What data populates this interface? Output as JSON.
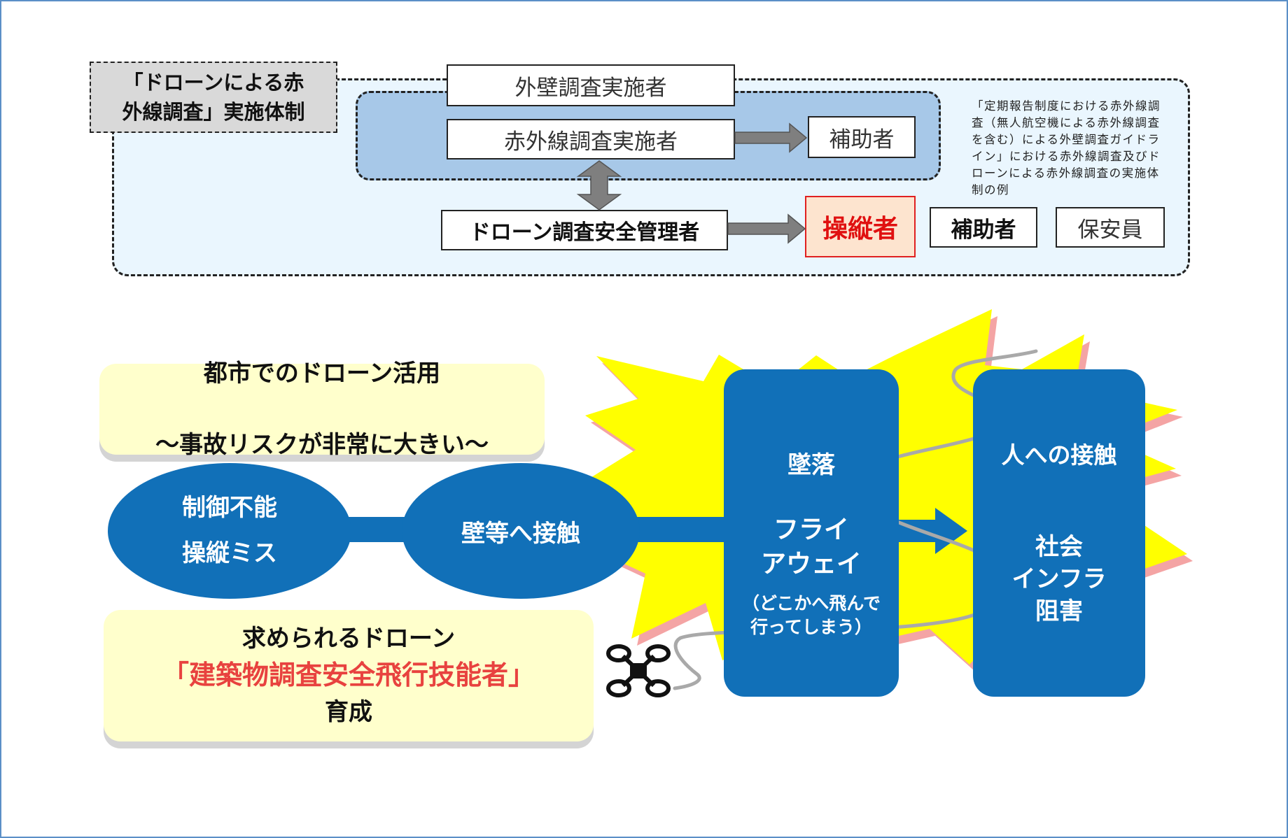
{
  "org": {
    "title": "「ドローンによる赤\n外線調査」実施体制",
    "note": "「定期報告制度における赤外線調査（無人航空機による赤外線調査を含む）による外壁調査ガイドライン」における赤外線調査及びドローンによる赤外線調査の実施体制の例",
    "wall_surveyor": "外壁調査実施者",
    "ir_surveyor": "赤外線調査実施者",
    "assistant_1": "補助者",
    "safety_manager": "ドローン調査安全管理者",
    "operator": "操縦者",
    "assistant_2": "補助者",
    "guard": "保安員"
  },
  "risk": {
    "headline_1": "都市でのドローン活用",
    "headline_2": "～事故リスクが非常に大きい～",
    "cause_1": "制御不能",
    "cause_2": "操縦ミス",
    "contact": "壁等へ接触",
    "fall": "墜落",
    "flyaway": "フライ\nアウェイ",
    "flyaway_note": "（どこかへ飛んで\n行ってしまう）",
    "people": "人への接触",
    "infra": "社会\nインフラ\n阻害",
    "need_1": "求められるドローン",
    "need_2": "「建築物調査安全飛行技能者」",
    "need_3": "育成"
  },
  "colors": {
    "accent_blue": "#1170b8",
    "burst_yellow": "#ffff00",
    "burst_shadow": "#f4a4a4",
    "highlight_red": "#e8423f",
    "inner_frame": "#a7c8e8",
    "outer_frame": "#eaf6fe"
  },
  "icons": {
    "drone": "drone-icon"
  }
}
